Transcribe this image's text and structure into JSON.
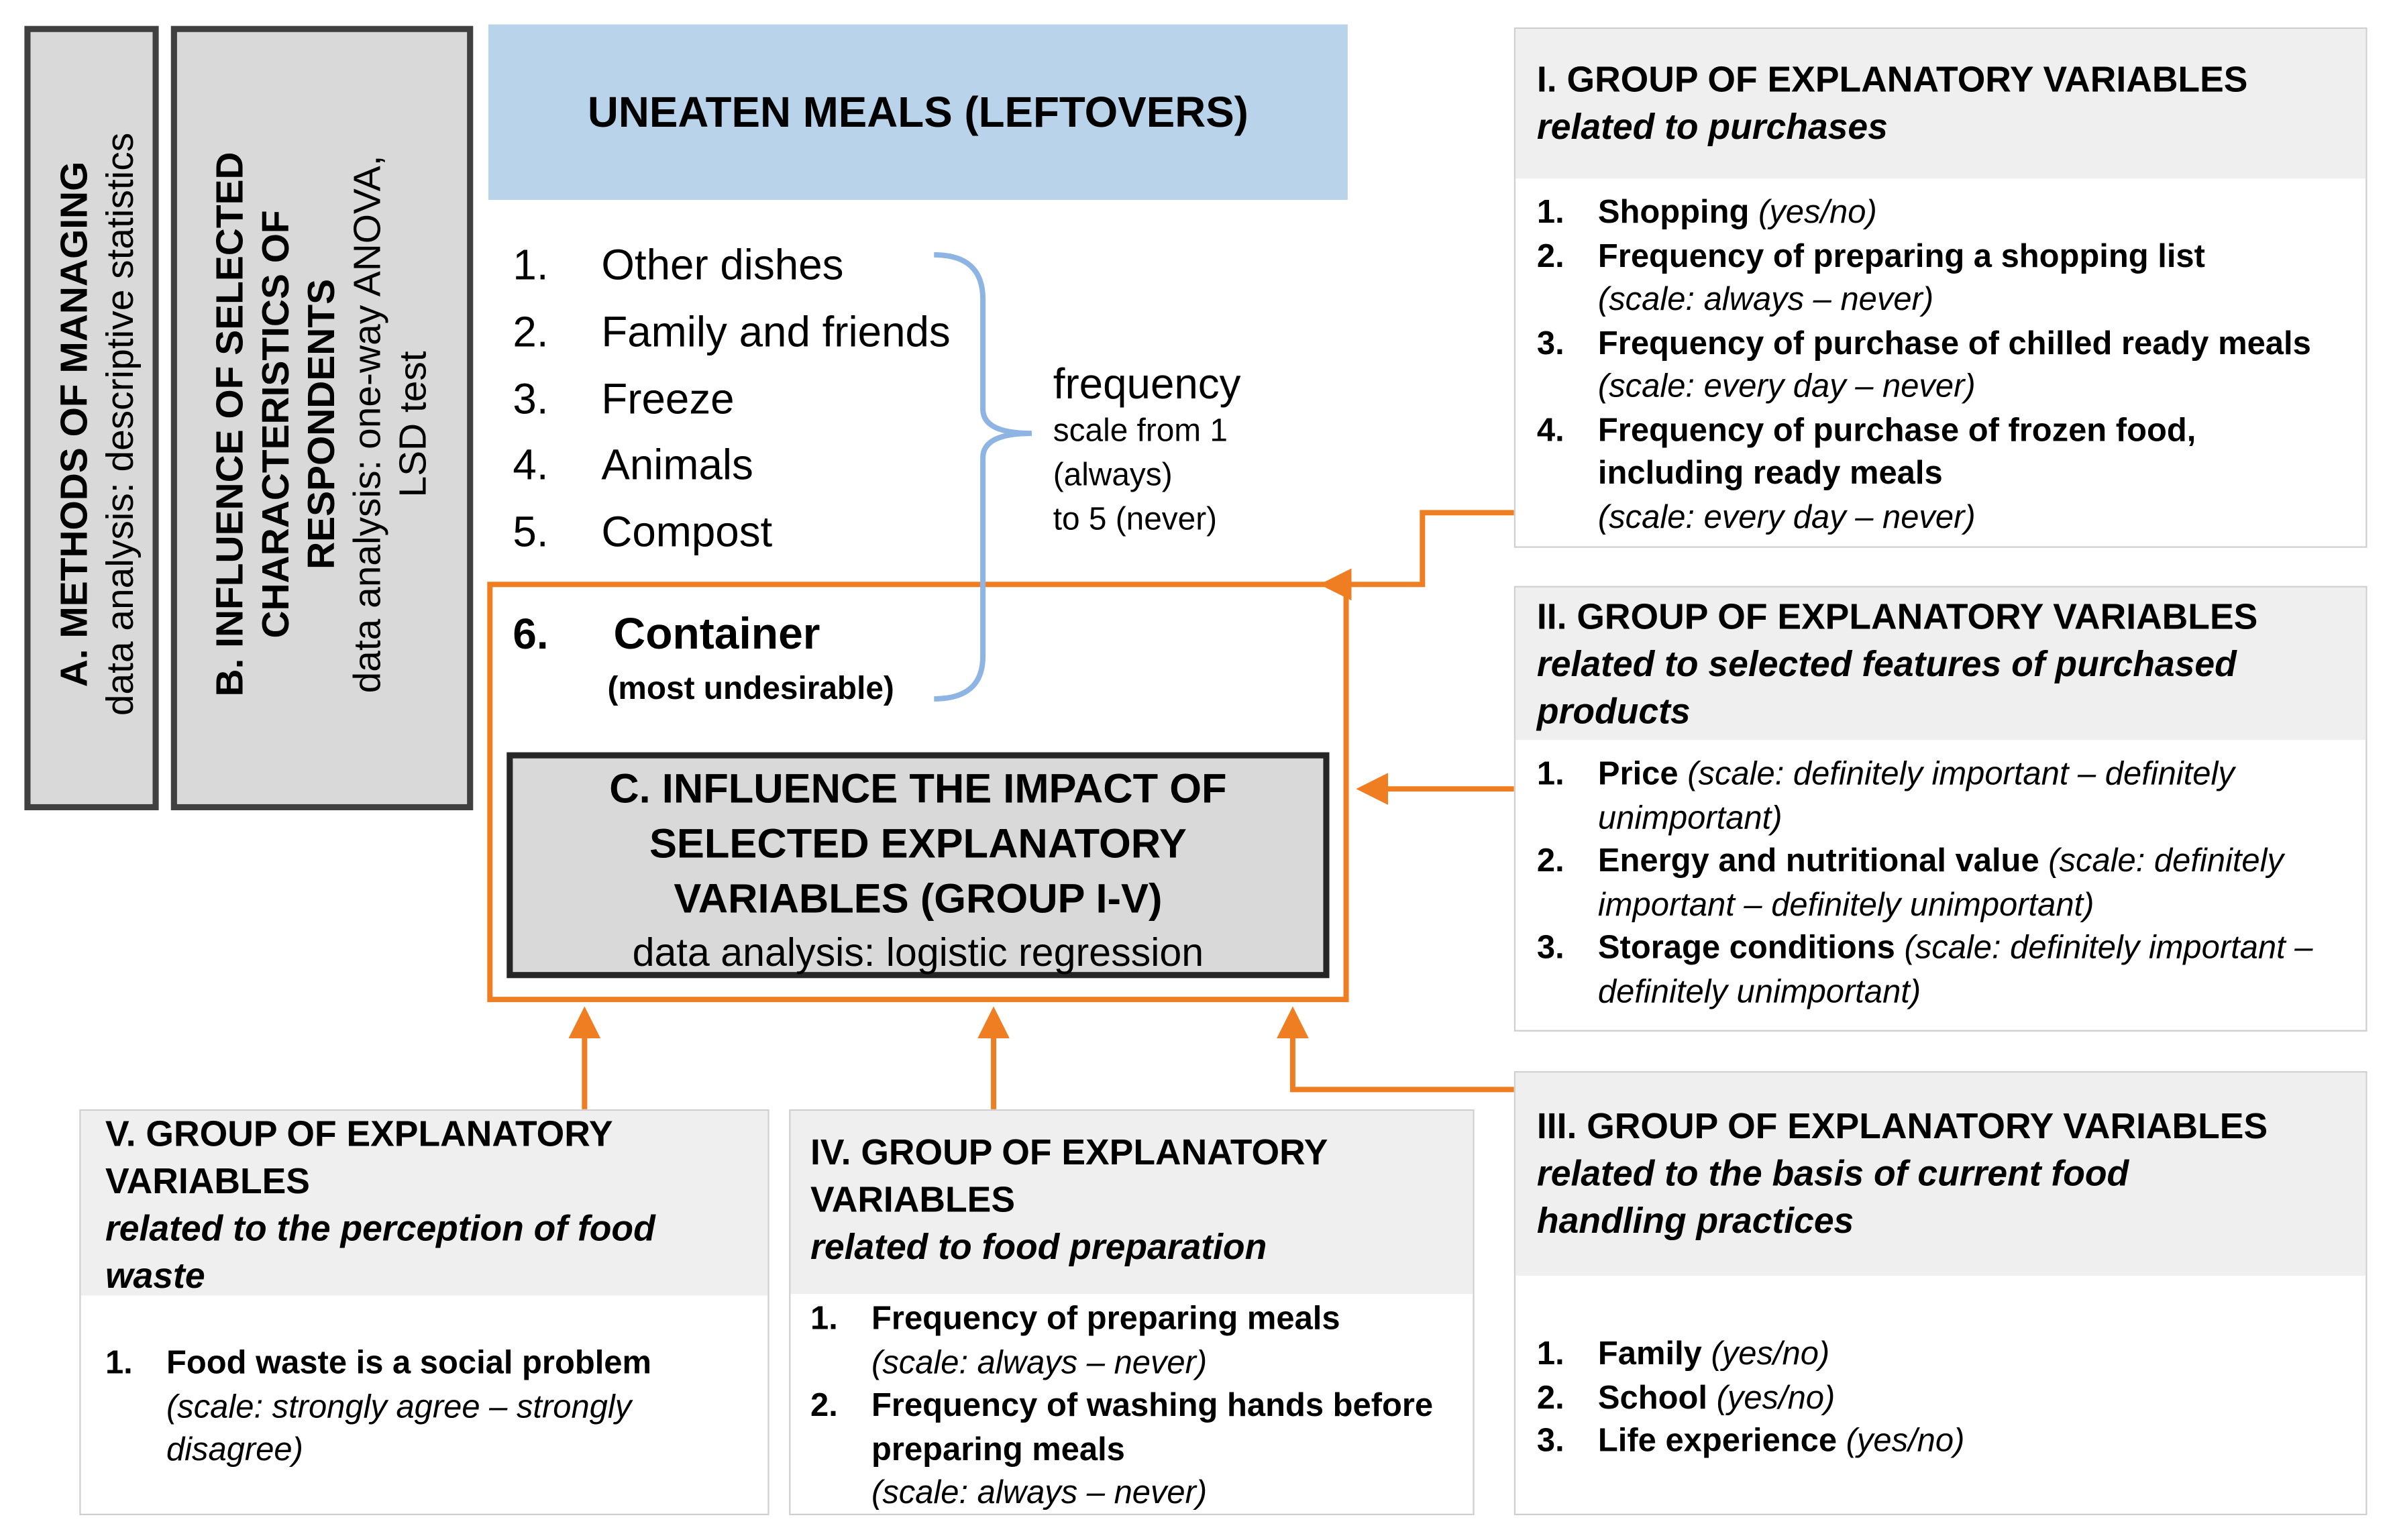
{
  "box_a": {
    "title": "A. METHODS OF MANAGING",
    "analysis": "data analysis: descriptive statistics"
  },
  "box_b": {
    "title_line1": "B. INFLUENCE OF SELECTED",
    "title_line2": "CHARACTERISTICS OF",
    "title_line3": "RESPONDENTS",
    "analysis_line1": "data analysis: one-way ANOVA,",
    "analysis_line2": "LSD test"
  },
  "header": {
    "title": "UNEATEN MEALS (LEFTOVERS)"
  },
  "meals": [
    {
      "num": "1.",
      "label": "Other dishes"
    },
    {
      "num": "2.",
      "label": "Family and friends"
    },
    {
      "num": "3.",
      "label": "Freeze"
    },
    {
      "num": "4.",
      "label": "Animals"
    },
    {
      "num": "5.",
      "label": "Compost"
    }
  ],
  "container": {
    "num": "6.",
    "label": "Container",
    "note": "(most undesirable)"
  },
  "frequency": {
    "title": "frequency",
    "line1": "scale from 1",
    "line2": "(always)",
    "line3": "to 5 (never)"
  },
  "box_c": {
    "line1": "C. INFLUENCE THE IMPACT OF",
    "line2": "SELECTED EXPLANATORY",
    "line3": "VARIABLES (GROUP I-V)",
    "analysis": "data analysis: logistic regression"
  },
  "groups": {
    "g1": {
      "title": "I. GROUP OF EXPLANATORY VARIABLES",
      "sub": [
        "related to purchases"
      ],
      "items": [
        {
          "num": "1.",
          "name": "Shopping",
          "scale": "(yes/no)"
        },
        {
          "num": "2.",
          "name": "Frequency of preparing a shopping list",
          "scale": "(scale: always – never)"
        },
        {
          "num": "3.",
          "name": "Frequency of purchase of chilled ready meals",
          "scale": "(scale: every day – never)"
        },
        {
          "num": "4.",
          "name": "Frequency of purchase of frozen food, including ready meals",
          "scale": "(scale: every day –  never)"
        }
      ]
    },
    "g2": {
      "title": "II. GROUP OF EXPLANATORY VARIABLES",
      "sub": [
        "related to selected  features of purchased",
        "products"
      ],
      "items": [
        {
          "num": "1.",
          "name": "Price",
          "scale": "(scale: definitely important – definitely unimportant)"
        },
        {
          "num": "2.",
          "name": "Energy and nutritional value",
          "scale": "(scale: definitely important – definitely unimportant)"
        },
        {
          "num": "3.",
          "name": "Storage conditions",
          "scale": "(scale: definitely important – definitely unimportant)"
        }
      ]
    },
    "g3": {
      "title": "III. GROUP OF EXPLANATORY VARIABLES",
      "sub": [
        "related to the basis of current food",
        "handling practices"
      ],
      "items": [
        {
          "num": "1.",
          "name": "Family",
          "scale": "(yes/no)"
        },
        {
          "num": "2.",
          "name": "School",
          "scale": "(yes/no)"
        },
        {
          "num": "3.",
          "name": "Life experience",
          "scale": "(yes/no)"
        }
      ]
    },
    "g4": {
      "title_lines": [
        "IV. GROUP OF EXPLANATORY",
        "VARIABLES"
      ],
      "sub": [
        "related to food preparation"
      ],
      "items": [
        {
          "num": "1.",
          "name": "Frequency of preparing meals",
          "scale": "(scale: always – never)"
        },
        {
          "num": "2.",
          "name": "Frequency of washing hands before preparing meals",
          "scale": "(scale: always – never)"
        }
      ]
    },
    "g5": {
      "title_lines": [
        "V. GROUP OF EXPLANATORY",
        "VARIABLES"
      ],
      "sub": [
        "related to the perception  of food",
        "waste"
      ],
      "items": [
        {
          "num": "1.",
          "name": "Food waste is a social problem",
          "scale": "(scale: strongly agree – strongly disagree)"
        }
      ]
    }
  },
  "colors": {
    "arrow": "#ef7d22",
    "bracket": "#8db4e2",
    "header_fill": "#b9d3ea",
    "box_fill": "#d9d9d9",
    "panel_head": "#efefef"
  }
}
